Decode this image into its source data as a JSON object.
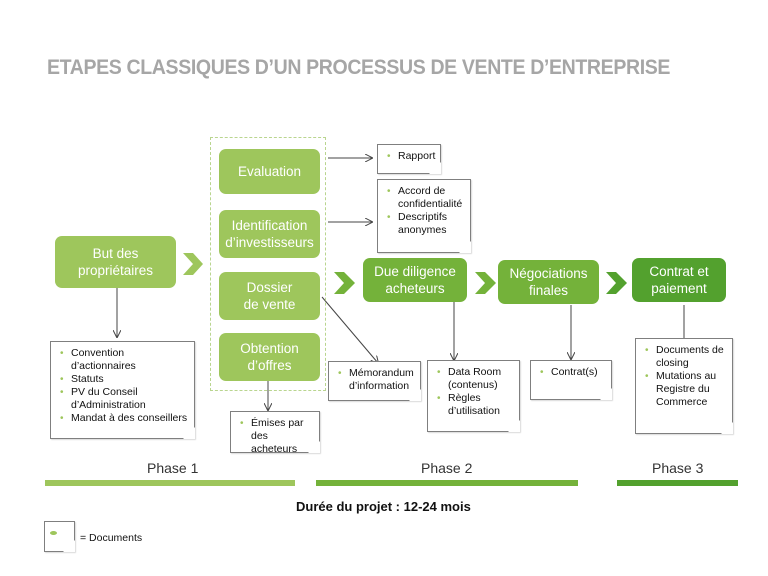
{
  "title": "ETAPES CLASSIQUES D’UN PROCESSUS DE VENTE D’ENTREPRISE",
  "steps": {
    "but": "But des\npropriétaires",
    "evaluation": "Evaluation",
    "identification": "Identification\nd’investisseurs",
    "dossier": "Dossier\nde vente",
    "obtention": "Obtention\nd’offres",
    "due_diligence": "Due diligence\nacheteurs",
    "negociations": "Négociations\nfinales",
    "contrat": "Contrat et\npaiement"
  },
  "documents": {
    "rapport": [
      "Rapport"
    ],
    "accord": [
      "Accord de confidentialité",
      "Descriptifs anonymes"
    ],
    "proprietaires": [
      "Convention d’actionnaires",
      "Statuts",
      "PV du Conseil d’Administration",
      "Mandat à des conseillers"
    ],
    "emises": [
      "Émises par des acheteurs"
    ],
    "memorandum": [
      "Mémorandum d’information"
    ],
    "dataroom": [
      "Data Room (contenus)",
      "Règles d’utilisation"
    ],
    "contrats": [
      "Contrat(s)"
    ],
    "closing": [
      "Documents de closing",
      "Mutations au Registre du Commerce"
    ]
  },
  "phases": [
    "Phase 1",
    "Phase 2",
    "Phase 3"
  ],
  "duration": "Durée du projet : 12-24 mois",
  "legend": "= Documents",
  "colors": {
    "light_green": "#9ec65c",
    "mid_green": "#74b23a",
    "dark_green": "#53a12e",
    "title_gray": "#a6a6a6"
  }
}
